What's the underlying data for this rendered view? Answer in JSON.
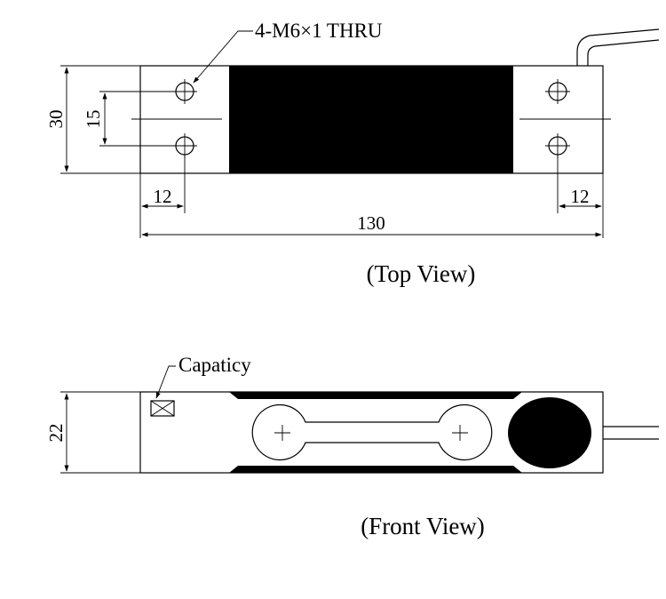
{
  "top_view": {
    "hole_callout": "4-M6×1 THRU",
    "dim_height": "30",
    "dim_hole_spacing": "15",
    "dim_left_offset": "12",
    "dim_right_offset": "12",
    "dim_length": "130",
    "caption": "(Top View)"
  },
  "front_view": {
    "capacity_label": "Capaticy",
    "dim_height": "22",
    "caption": "(Front View)"
  }
}
